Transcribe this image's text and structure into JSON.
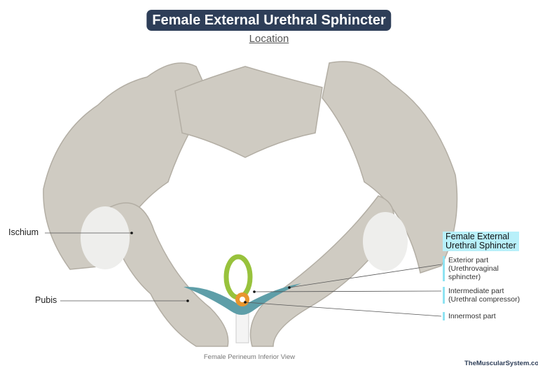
{
  "title": "Female External Urethral Sphincter",
  "subtitle": "Location",
  "caption": "Female Perineum Inferior View",
  "logo_text": "TheMuscularSystem.com",
  "labels_left": {
    "ischium": "Ischium",
    "pubis": "Pubis"
  },
  "labels_right": {
    "header": [
      "Female External",
      "Urethral Sphincter"
    ],
    "exterior": [
      "Exterior part",
      "(Urethrovaginal",
      "sphincter)"
    ],
    "intermediate": [
      "Intermediate part",
      "(Urethral compressor)"
    ],
    "innermost": [
      "Innermost part"
    ]
  },
  "colors": {
    "title_bg": "#2e3e58",
    "bone": "#cfcbc2",
    "exterior": "#5e9ea8",
    "intermediate": "#98c23c",
    "innermost": "#e8962e",
    "label_accent": "#8fe3f2"
  }
}
